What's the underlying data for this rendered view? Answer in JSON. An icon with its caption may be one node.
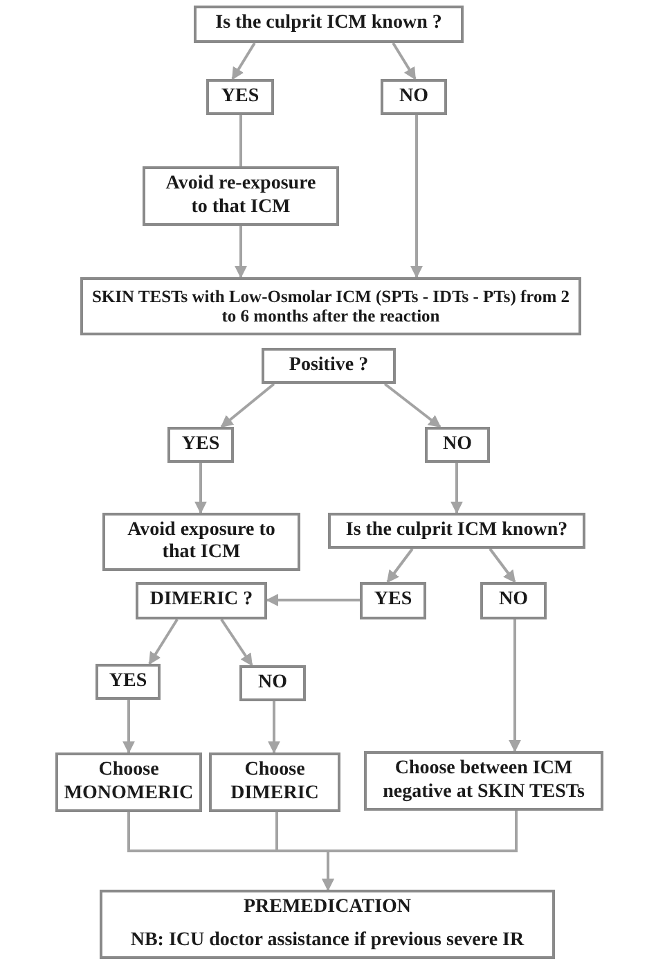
{
  "diagram": {
    "nodes": [
      {
        "text": [
          "Is the culprit ICM known ?"
        ]
      },
      {
        "text": [
          "YES"
        ]
      },
      {
        "text": [
          "NO"
        ]
      },
      {
        "text": [
          "Avoid re-exposure to that ICM"
        ]
      },
      {
        "text": [
          "SKIN TESTs with Low-Osmolar ICM (SPTs - IDTs - PTs) from 2 to 6 months after the reaction"
        ]
      },
      {
        "text": [
          "Positive ?"
        ]
      },
      {
        "text": [
          "YES"
        ]
      },
      {
        "text": [
          "NO"
        ]
      },
      {
        "text": [
          "Avoid exposure to that ICM"
        ]
      },
      {
        "text": [
          "Is the culprit ICM known?"
        ]
      },
      {
        "text": [
          "DIMERIC ?"
        ]
      },
      {
        "text": [
          "YES"
        ]
      },
      {
        "text": [
          "NO"
        ]
      },
      {
        "text": [
          "YES"
        ]
      },
      {
        "text": [
          "NO"
        ]
      },
      {
        "text": [
          "Choose MONOMERIC"
        ]
      },
      {
        "text": [
          "Choose DIMERIC"
        ]
      },
      {
        "text": [
          "Choose between ICM negative at SKIN TESTs"
        ]
      },
      {
        "text": [
          "PREMEDICATION",
          "NB: ICU doctor assistance if previous severe IR"
        ]
      }
    ],
    "edges": [
      {
        "from": 0,
        "to": 1,
        "arrow": "to"
      },
      {
        "from": 0,
        "to": 2,
        "arrow": "to"
      },
      {
        "from": 1,
        "to": 3,
        "arrow": "none"
      },
      {
        "from": 3,
        "to": 4,
        "arrow": "to"
      },
      {
        "from": 2,
        "to": 4,
        "arrow": "to"
      },
      {
        "from": 5,
        "to": 6,
        "arrow": "to"
      },
      {
        "from": 5,
        "to": 7,
        "arrow": "to"
      },
      {
        "from": 6,
        "to": 8,
        "arrow": "to"
      },
      {
        "from": 7,
        "to": 9,
        "arrow": "to"
      },
      {
        "from": 9,
        "to": 11,
        "arrow": "to"
      },
      {
        "from": 9,
        "to": 12,
        "arrow": "to"
      },
      {
        "from": 11,
        "to": 10,
        "arrow": "to"
      },
      {
        "from": 10,
        "to": 13,
        "arrow": "to"
      },
      {
        "from": 10,
        "to": 14,
        "arrow": "to"
      },
      {
        "from": 13,
        "to": 15,
        "arrow": "to"
      },
      {
        "from": 14,
        "to": 16,
        "arrow": "to"
      },
      {
        "from": 12,
        "to": 17,
        "arrow": "to"
      },
      {
        "from": 15,
        "to": 18,
        "arrow": "to"
      },
      {
        "from": 16,
        "to": 18,
        "arrow": "to"
      },
      {
        "from": 17,
        "to": 18,
        "arrow": "to"
      }
    ]
  }
}
